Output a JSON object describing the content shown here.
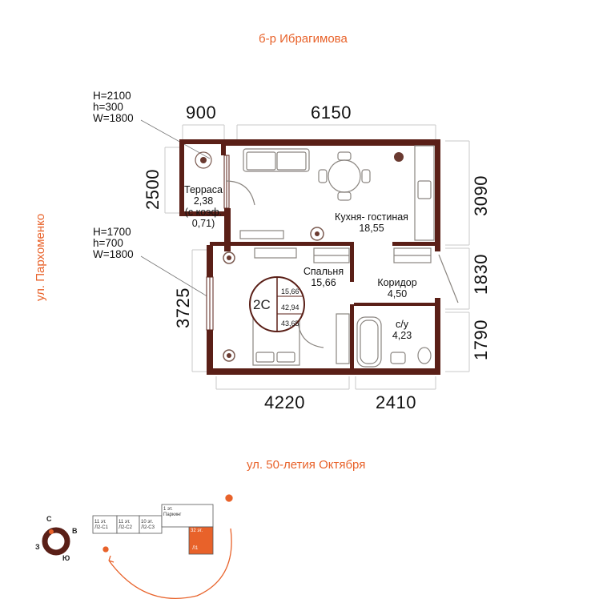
{
  "streets": {
    "top": "б-р Ибрагимова",
    "left": "ул. Пархоменко",
    "bottom": "ул. 50-летия Октября"
  },
  "dimensions": {
    "top_left": "900",
    "top_main": "6150",
    "left_upper": "2500",
    "left_lower": "3725",
    "right_upper": "3090",
    "right_middle": "1830",
    "right_lower": "1790",
    "bottom_left": "4220",
    "bottom_right": "2410"
  },
  "windows": {
    "upper": {
      "h_big": "H=2100",
      "h_small": "h=300",
      "w": "W=1800"
    },
    "lower": {
      "h_big": "H=1700",
      "h_small": "h=700",
      "w": "W=1800"
    }
  },
  "rooms": {
    "terrace": {
      "name": "Терраса",
      "area": "2,38",
      "coef_line1": "(с коэф.",
      "coef_line2": "0,71)"
    },
    "kitchen": {
      "name": "Кухня- гостиная",
      "area": "18,55"
    },
    "bedroom": {
      "name": "Спальня",
      "area": "15,66"
    },
    "corridor": {
      "name": "Коридор",
      "area": "4,50"
    },
    "bathroom": {
      "name": "с/у",
      "area": "4,23"
    }
  },
  "badge": {
    "code": "2С",
    "areas": [
      "15,66",
      "42,94",
      "43,65"
    ]
  },
  "site_plan": {
    "blocks": [
      {
        "floors": "11 эт.",
        "code": "Л2-С1"
      },
      {
        "floors": "11 эт.",
        "code": "Л2-С2"
      },
      {
        "floors": "10 эт.",
        "code": "Л2-С3"
      }
    ],
    "parking": {
      "floors": "1 эт.",
      "label": "Паркинг"
    },
    "tower": {
      "floors": "32 эт.",
      "code": "Л1"
    }
  },
  "compass": {
    "n": "С",
    "e": "В",
    "s": "Ю",
    "w": "З"
  },
  "colors": {
    "wall": "#5a1f17",
    "accent": "#e8622a",
    "furniture": "#8a8580"
  }
}
